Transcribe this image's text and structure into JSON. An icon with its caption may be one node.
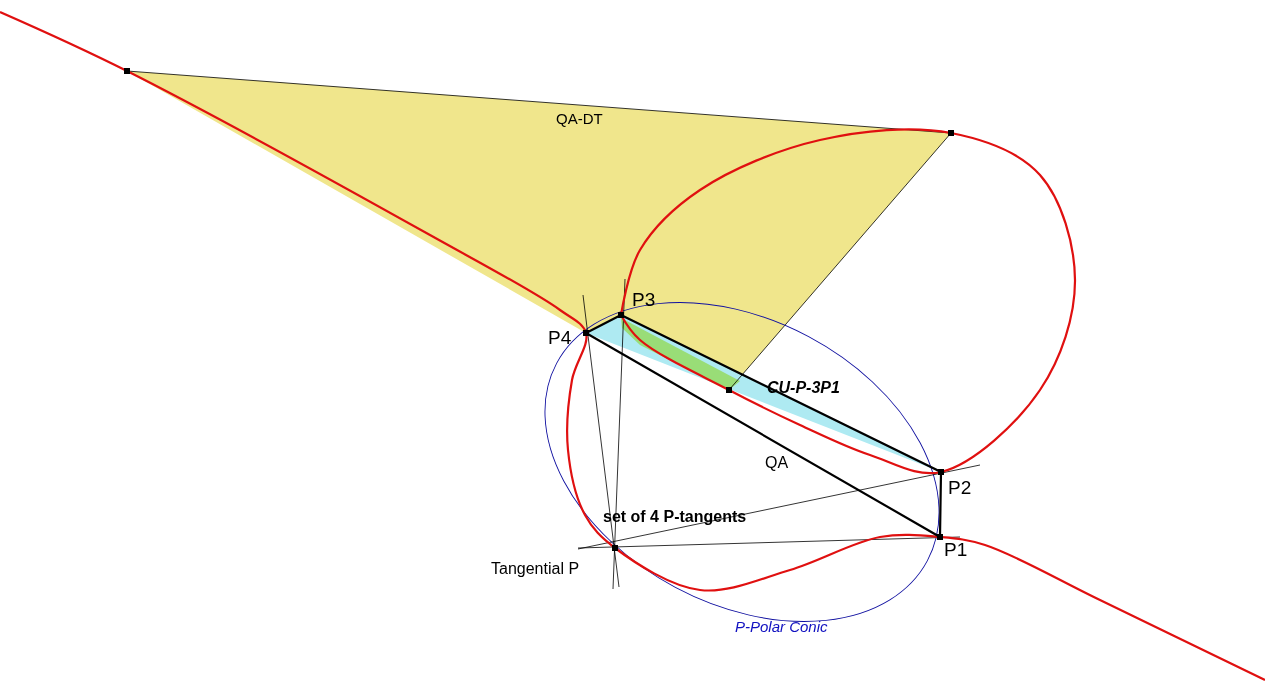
{
  "diagram": {
    "labels": [
      "QA-DT",
      "P3",
      "P4",
      "CU-P-3P1",
      "QA",
      "P2",
      "set of 4 P-tangents",
      "P1",
      "Tangential P",
      "P-Polar Conic"
    ]
  }
}
